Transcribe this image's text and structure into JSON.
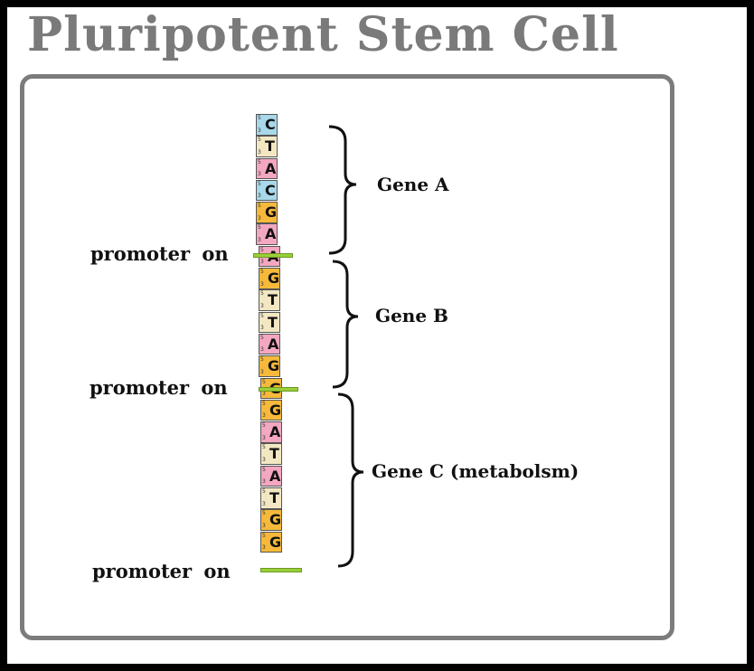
{
  "title": "Pluripotent Stem Cell",
  "strand": {
    "five_prime": "5",
    "three_prime": "3",
    "bases": [
      {
        "letter": "C",
        "color": "#a8d8ea"
      },
      {
        "letter": "T",
        "color": "#f3e7c3"
      },
      {
        "letter": "A",
        "color": "#f4a7c0"
      },
      {
        "letter": "C",
        "color": "#a8d8ea"
      },
      {
        "letter": "G",
        "color": "#f6b93b"
      },
      {
        "letter": "A",
        "color": "#f4a7c0"
      },
      {
        "letter": "A",
        "color": "#f4a7c0"
      },
      {
        "letter": "G",
        "color": "#f6b93b"
      },
      {
        "letter": "T",
        "color": "#f3e7c3"
      },
      {
        "letter": "T",
        "color": "#f3e7c3"
      },
      {
        "letter": "A",
        "color": "#f4a7c0"
      },
      {
        "letter": "G",
        "color": "#f6b93b"
      },
      {
        "letter": "G",
        "color": "#f6b93b"
      },
      {
        "letter": "G",
        "color": "#f6b93b"
      },
      {
        "letter": "A",
        "color": "#f4a7c0"
      },
      {
        "letter": "T",
        "color": "#f3e7c3"
      },
      {
        "letter": "A",
        "color": "#f4a7c0"
      },
      {
        "letter": "T",
        "color": "#f3e7c3"
      },
      {
        "letter": "G",
        "color": "#f6b93b"
      },
      {
        "letter": "G",
        "color": "#f6b93b"
      }
    ]
  },
  "promoters": [
    {
      "word": "promoter",
      "state": "on"
    },
    {
      "word": "promoter",
      "state": "on"
    },
    {
      "word": "promoter",
      "state": "on"
    }
  ],
  "genes": [
    {
      "label": "Gene A"
    },
    {
      "label": "Gene B"
    },
    {
      "label": "Gene C (metabolsm)"
    }
  ],
  "colors": {
    "title": "#7a7a7a",
    "frame": "#000000",
    "panel_border": "#7c7c7c",
    "promoter_bar": "#9bcf3a"
  }
}
